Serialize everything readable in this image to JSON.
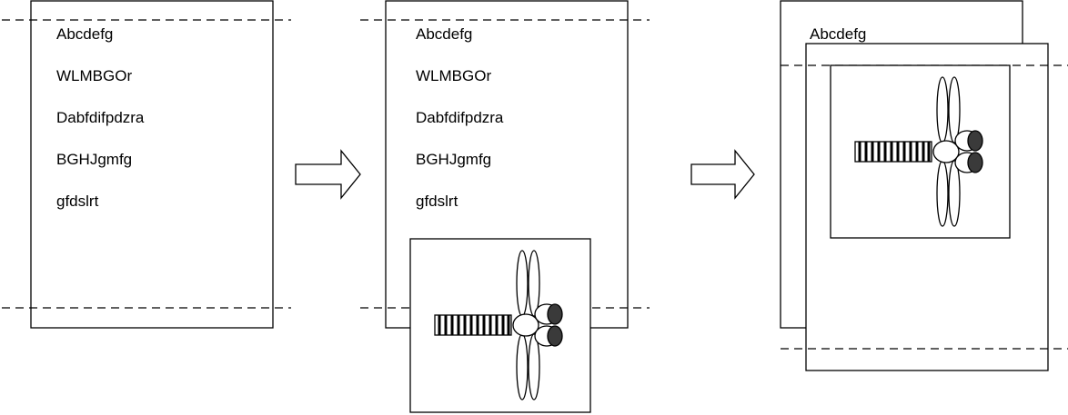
{
  "stages": [
    {
      "lines": [
        "Abcdefg",
        "WLMBGOr",
        "Dabfdifpdzra",
        "BGHJgmfg",
        "gfdslrt"
      ]
    },
    {
      "lines": [
        "Abcdefg",
        "WLMBGOr",
        "Dabfdifpdzra",
        "BGHJgmfg",
        "gfdslrt"
      ],
      "image": "dragonfly"
    },
    {
      "lines": [
        "Abcdefg"
      ],
      "image": "dragonfly"
    }
  ],
  "colors": {
    "stroke": "#000000",
    "background": "#ffffff",
    "dark_fill": "#3a3a3a"
  },
  "icons": [
    "arrow-right-icon",
    "dragonfly-icon"
  ]
}
